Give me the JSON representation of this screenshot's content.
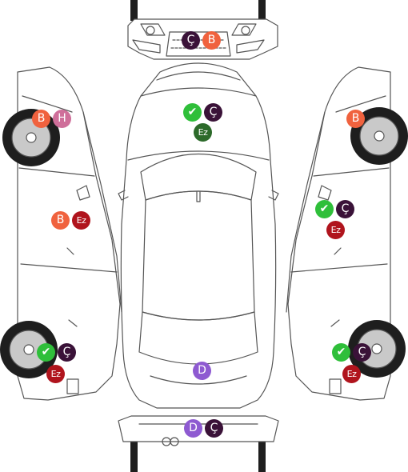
{
  "colors": {
    "B": "#f0623e",
    "H": "#cf6f9a",
    "Ç": "#3a1238",
    "Ez": "#b0141d",
    "Ez_top": "#2c6a2a",
    "D": "#8e5ad1",
    "check": "#2fbf3a",
    "line": "#555555",
    "tire": "#1e1e1e",
    "rim": "#c9c9c9"
  },
  "badges": {
    "front_c": "Ç",
    "front_b": "B",
    "hood_check": "✔",
    "hood_c": "Ç",
    "hood_ez": "Ez",
    "lfender_b": "B",
    "lfender_h": "H",
    "ldoor_b": "B",
    "ldoor_ez": "Ez",
    "lrear_check": "✔",
    "lrear_c": "Ç",
    "lrear_ez": "Ez",
    "rfender_b": "B",
    "rdoor_check": "✔",
    "rdoor_c": "Ç",
    "rdoor_ez": "Ez",
    "rrear_check": "✔",
    "rrear_c": "Ç",
    "rrear_ez": "Ez",
    "trunk_d": "D",
    "rearb_d": "D",
    "rearb_c": "Ç"
  }
}
